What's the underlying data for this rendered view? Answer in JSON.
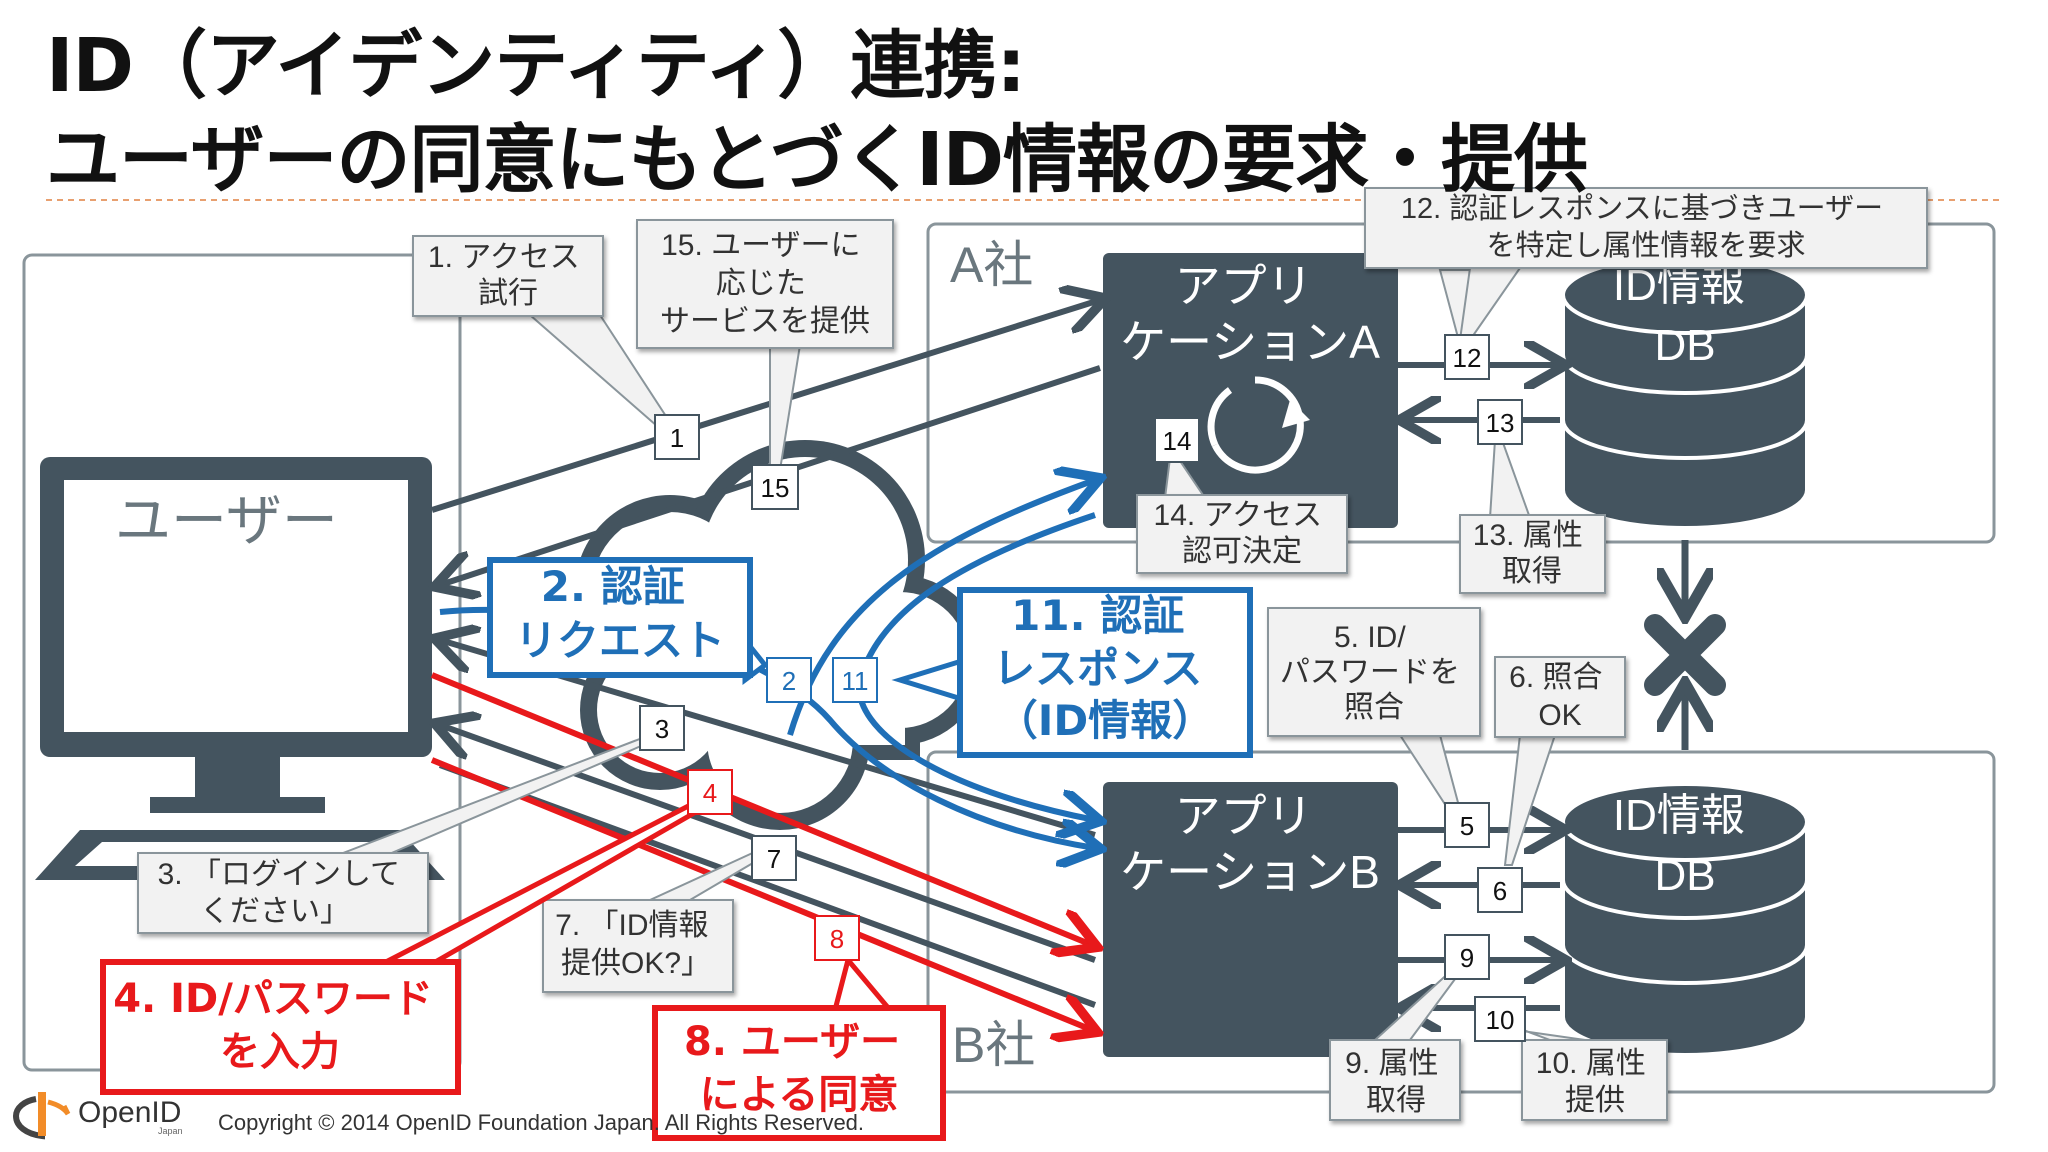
{
  "title": {
    "line1": "ID（アイデンティティ）連携:",
    "line2": "ユーザーの同意にもとづくID情報の要求・提供"
  },
  "regions": {
    "company_a": "A社",
    "company_b": "B社",
    "user": "ユーザー"
  },
  "apps": {
    "app_a": [
      "アプリ",
      "ケーションA"
    ],
    "app_b": [
      "アプリ",
      "ケーションB"
    ]
  },
  "databases": {
    "db_a": [
      "ID情報",
      "DB"
    ],
    "db_b": [
      "ID情報",
      "DB"
    ]
  },
  "step_numbers": [
    "1",
    "2",
    "3",
    "4",
    "5",
    "6",
    "7",
    "8",
    "9",
    "10",
    "11",
    "12",
    "13",
    "14",
    "15"
  ],
  "callouts": {
    "c1": [
      "1. アクセス",
      "試行"
    ],
    "c15": [
      "15. ユーザーに",
      "応じた",
      "サービスを提供"
    ],
    "c12": [
      "12. 認証レスポンスに基づきユーザー",
      "を特定し属性情報を要求"
    ],
    "c14": [
      "14. アクセス",
      "認可決定"
    ],
    "c13": [
      "13. 属性",
      "取得"
    ],
    "c5": [
      "5. ID/",
      "パスワードを",
      "照合"
    ],
    "c6": [
      "6. 照合",
      "OK"
    ],
    "c3": [
      "3. 「ログインして",
      "ください」"
    ],
    "c7": [
      "7. 「ID情報",
      "提供OK?」"
    ],
    "c9": [
      "9. 属性",
      "取得"
    ],
    "c10": [
      "10. 属性",
      "提供"
    ]
  },
  "highlight_callouts": {
    "h2": [
      "2. 認証",
      "リクエスト"
    ],
    "h11": [
      "11. 認証",
      "レスポンス",
      "（ID情報）"
    ],
    "h4": [
      "4. ID/パスワード",
      "を入力"
    ],
    "h8": [
      "8. ユーザー",
      "による同意"
    ]
  },
  "footer": {
    "copyright": "Copyright © 2014  OpenID Foundation Japan. All Rights Reserved.",
    "logo": "OpenID",
    "logo_sub": "Japan"
  },
  "colors": {
    "dark": "#44545f",
    "blue": "#1f6fb7",
    "red": "#e8191b",
    "callout_bg": "#f2f2f2",
    "region_border": "#8a959b"
  }
}
